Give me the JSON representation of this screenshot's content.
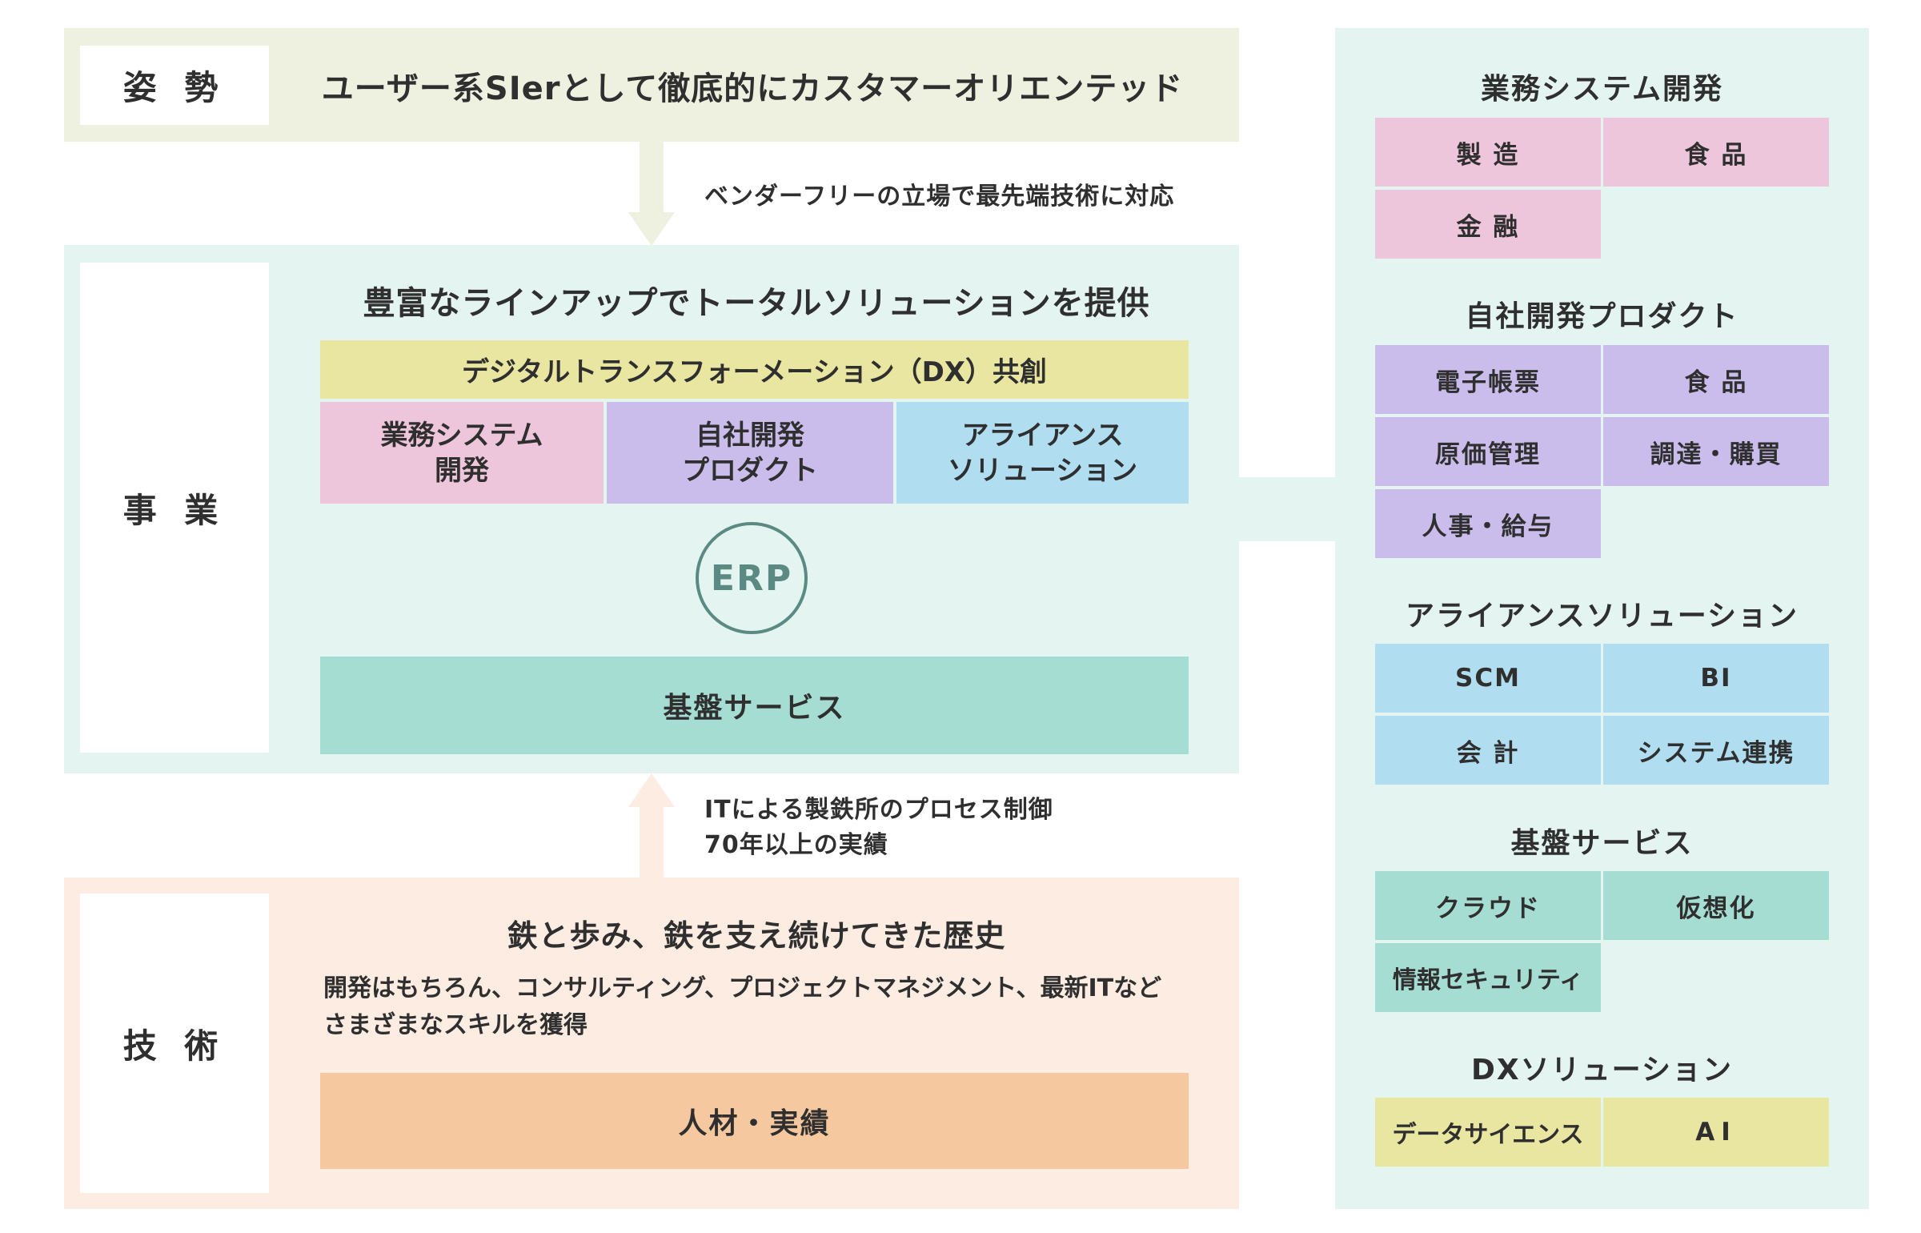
{
  "stance": {
    "label": "姿 勢",
    "text": "ユーザー系SIerとして徹底的にカスタマーオリエンテッド"
  },
  "arrow1_text": "ベンダーフリーの立場で最先端技術に対応",
  "business": {
    "label": "事 業",
    "title": "豊富なラインアップでトータルソリューションを提供",
    "dx_bar": "デジタルトランスフォーメーション（DX）共創",
    "cells": [
      {
        "line1": "業務システム",
        "line2": "開発"
      },
      {
        "line1": "自社開発",
        "line2": "プロダクト"
      },
      {
        "line1": "アライアンス",
        "line2": "ソリューション"
      }
    ],
    "erp": "ERP",
    "kiban": "基盤サービス"
  },
  "arrow2_text": {
    "line1": "ITによる製鉄所のプロセス制御",
    "line2": "70年以上の実績"
  },
  "tech": {
    "label": "技 術",
    "title": "鉄と歩み、鉄を支え続けてきた歴史",
    "desc_line1": "開発はもちろん、コンサルティング、プロジェクトマネジメント、最新ITなど",
    "desc_line2": "さまざまなスキルを獲得",
    "bar": "人材・実績"
  },
  "right_panel": {
    "gyomu": {
      "title": "業務システム開発",
      "items": [
        "製 造",
        "食 品",
        "金 融"
      ]
    },
    "jisha": {
      "title": "自社開発プロダクト",
      "items": [
        "電子帳票",
        "食 品",
        "原価管理",
        "調達・購買",
        "人事・給与"
      ]
    },
    "alliance": {
      "title": "アライアンスソリューション",
      "items": [
        "SCM",
        "BI",
        "会 計",
        "システム連携"
      ]
    },
    "kiban": {
      "title": "基盤サービス",
      "items": [
        "クラウド",
        "仮想化",
        "情報セキュリティ"
      ]
    },
    "dx": {
      "title": "DXソリューション",
      "items": [
        "データサイエンス",
        "AI"
      ]
    }
  },
  "colors": {
    "stance_bg": "#eef1e0",
    "business_bg": "#e4f5f1",
    "tech_bg": "#fcece2",
    "pink": "#eec6dc",
    "purple": "#cbbdeb",
    "blue": "#b0def0",
    "teal": "#a6ddd3",
    "yellow": "#e9e6a2",
    "orange": "#f6c8a0",
    "erp": "#5a8a82"
  }
}
